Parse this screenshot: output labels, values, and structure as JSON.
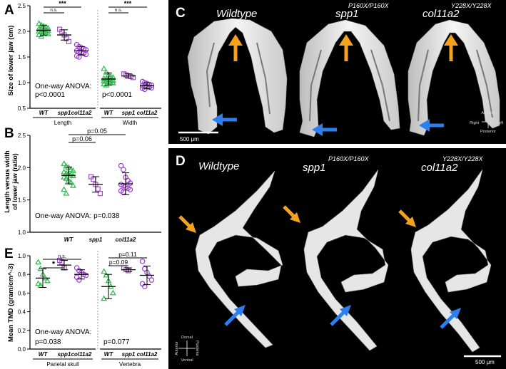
{
  "colors": {
    "wt": "#2db84a",
    "spp1": "#a24ec4",
    "col11a2": "#9a3dd1",
    "arrow_orange": "#f5a11c",
    "arrow_blue": "#2d7ff0",
    "bone": "#e6e6e6",
    "panel_bg": "#000000",
    "text_white": "#ffffff"
  },
  "panels": {
    "A": {
      "letter": "A",
      "ylabel": "Size of lower jaw (cm)",
      "anova": "One-way ANOVA:"
    },
    "B": {
      "letter": "B",
      "ylabel_line1": "Length versus width",
      "ylabel_line2": "of lower jaw (ratio)",
      "anova": "One-way ANOVA: p=0.038"
    },
    "C": {
      "letter": "C",
      "labels": [
        "Wildtype",
        "spp1",
        "col11a2"
      ],
      "superscripts": [
        "",
        "P160X/P160X",
        "Y228X/Y228X"
      ],
      "scale": "500 μm",
      "compass": [
        "Anterior",
        "Posterior",
        "Right",
        "Left"
      ]
    },
    "D": {
      "letter": "D",
      "labels": [
        "Wildtype",
        "spp1",
        "col11a2"
      ],
      "superscripts": [
        "",
        "P160X/P160X",
        "Y228X/Y228X"
      ],
      "scale": "500 μm",
      "compass": [
        "Dorsal",
        "Ventral",
        "Anterior",
        "Posterior"
      ]
    },
    "E": {
      "letter": "E",
      "ylabel": "Mean TMD (gram/cm^-3)",
      "anova": "One-way ANOVA:"
    }
  },
  "chart_data": [
    {
      "id": "A",
      "type": "scatter",
      "ylabel": "Size of lower jaw (cm)",
      "ylim": [
        0.5,
        2.5
      ],
      "yticks": [
        "0.5",
        "1.0",
        "1.5",
        "2.0",
        "2.5"
      ],
      "categories": [
        "WT",
        "spp1",
        "col11a2"
      ],
      "groups": [
        {
          "name": "Length",
          "p": "p<0.0001",
          "sig": [
            {
              "label": "n.s.",
              "from": 0,
              "to": 1
            },
            {
              "label": "***",
              "from": 0,
              "to": 2
            }
          ],
          "series": [
            {
              "category": "WT",
              "mean": 2.02,
              "sd": 0.1,
              "values": [
                2.15,
                2.12,
                2.1,
                2.08,
                2.06,
                2.05,
                2.04,
                2.03,
                2.02,
                2.01,
                2.0,
                1.99,
                1.98,
                1.97,
                1.95,
                1.93,
                1.9
              ]
            },
            {
              "category": "spp1",
              "mean": 1.93,
              "sd": 0.1,
              "values": [
                2.04,
                1.99,
                1.93,
                1.86,
                1.8
              ]
            },
            {
              "category": "col11a2",
              "mean": 1.62,
              "sd": 0.08,
              "values": [
                1.74,
                1.7,
                1.68,
                1.66,
                1.64,
                1.62,
                1.6,
                1.59,
                1.57,
                1.55,
                1.52,
                1.5
              ]
            }
          ]
        },
        {
          "name": "Width",
          "p": "p<0.0001",
          "sig": [
            {
              "label": "n.s.",
              "from": 0,
              "to": 1
            },
            {
              "label": "***",
              "from": 0,
              "to": 2
            }
          ],
          "series": [
            {
              "category": "WT",
              "mean": 1.07,
              "sd": 0.12,
              "values": [
                1.27,
                1.2,
                1.15,
                1.12,
                1.1,
                1.08,
                1.07,
                1.06,
                1.05,
                1.04,
                1.03,
                1.02,
                1.01,
                1.0,
                0.99,
                0.97,
                0.95
              ]
            },
            {
              "category": "spp1",
              "mean": 1.13,
              "sd": 0.04,
              "values": [
                1.17,
                1.15,
                1.13,
                1.12,
                1.1
              ]
            },
            {
              "category": "col11a2",
              "mean": 0.94,
              "sd": 0.06,
              "values": [
                1.02,
                1.0,
                0.98,
                0.96,
                0.95,
                0.94,
                0.93,
                0.92,
                0.91,
                0.9,
                0.89,
                0.87
              ]
            }
          ]
        }
      ]
    },
    {
      "id": "B",
      "type": "scatter",
      "ylim": [
        1.0,
        2.5
      ],
      "yticks": [
        "1.0",
        "1.5",
        "2.0",
        "2.5"
      ],
      "categories": [
        "WT",
        "spp1",
        "col11a2"
      ],
      "sig": [
        {
          "label": "p=0.06",
          "from": 0,
          "to": 1
        },
        {
          "label": "p=0.05",
          "from": 0,
          "to": 2
        }
      ],
      "series": [
        {
          "category": "WT",
          "mean": 1.88,
          "sd": 0.13,
          "values": [
            2.06,
            2.02,
            2.0,
            1.97,
            1.95,
            1.93,
            1.91,
            1.9,
            1.88,
            1.87,
            1.85,
            1.83,
            1.8,
            1.77,
            1.72,
            1.66,
            1.6
          ]
        },
        {
          "category": "spp1",
          "mean": 1.74,
          "sd": 0.12,
          "values": [
            1.86,
            1.82,
            1.74,
            1.67,
            1.6
          ]
        },
        {
          "category": "col11a2",
          "mean": 1.75,
          "sd": 0.17,
          "values": [
            2.03,
            1.97,
            1.85,
            1.8,
            1.76,
            1.74,
            1.72,
            1.7,
            1.68,
            1.66,
            1.64,
            1.62
          ]
        }
      ]
    },
    {
      "id": "E",
      "type": "scatter",
      "ylabel": "Mean TMD (gram/cm^-3)",
      "ylim": [
        0.0,
        1.0
      ],
      "yticks": [
        "0.0",
        "0.2",
        "0.4",
        "0.6",
        "0.8",
        "1.0"
      ],
      "categories": [
        "WT",
        "spp1",
        "col11a2"
      ],
      "groups": [
        {
          "name": "Parietal skull",
          "p": "p=0.038",
          "sig": [
            {
              "label": "*",
              "from": 0,
              "to": 1
            },
            {
              "label": "n.s.",
              "from": 0,
              "to": 2
            }
          ],
          "series": [
            {
              "category": "WT",
              "mean": 0.76,
              "sd": 0.1,
              "values": [
                0.93,
                0.86,
                0.8,
                0.76,
                0.73,
                0.7,
                0.68
              ]
            },
            {
              "category": "spp1",
              "mean": 0.9,
              "sd": 0.05,
              "values": [
                0.95,
                0.93,
                0.87
              ]
            },
            {
              "category": "col11a2",
              "mean": 0.8,
              "sd": 0.05,
              "values": [
                0.87,
                0.84,
                0.82,
                0.8,
                0.79,
                0.77,
                0.74
              ]
            }
          ]
        },
        {
          "name": "Vertebra",
          "p": "p=0.077",
          "sig": [
            {
              "label": "p=0.09",
              "from": 0,
              "to": 1
            },
            {
              "label": "p=0.11",
              "from": 0,
              "to": 2
            }
          ],
          "series": [
            {
              "category": "WT",
              "mean": 0.67,
              "sd": 0.13,
              "values": [
                0.83,
                0.79,
                0.73,
                0.67,
                0.6,
                0.54
              ]
            },
            {
              "category": "spp1",
              "mean": 0.85,
              "sd": 0.02,
              "values": [
                0.87,
                0.85,
                0.84
              ]
            },
            {
              "category": "col11a2",
              "mean": 0.79,
              "sd": 0.1,
              "values": [
                0.94,
                0.86,
                0.82,
                0.78,
                0.74,
                0.7,
                0.67
              ]
            }
          ]
        }
      ]
    }
  ]
}
